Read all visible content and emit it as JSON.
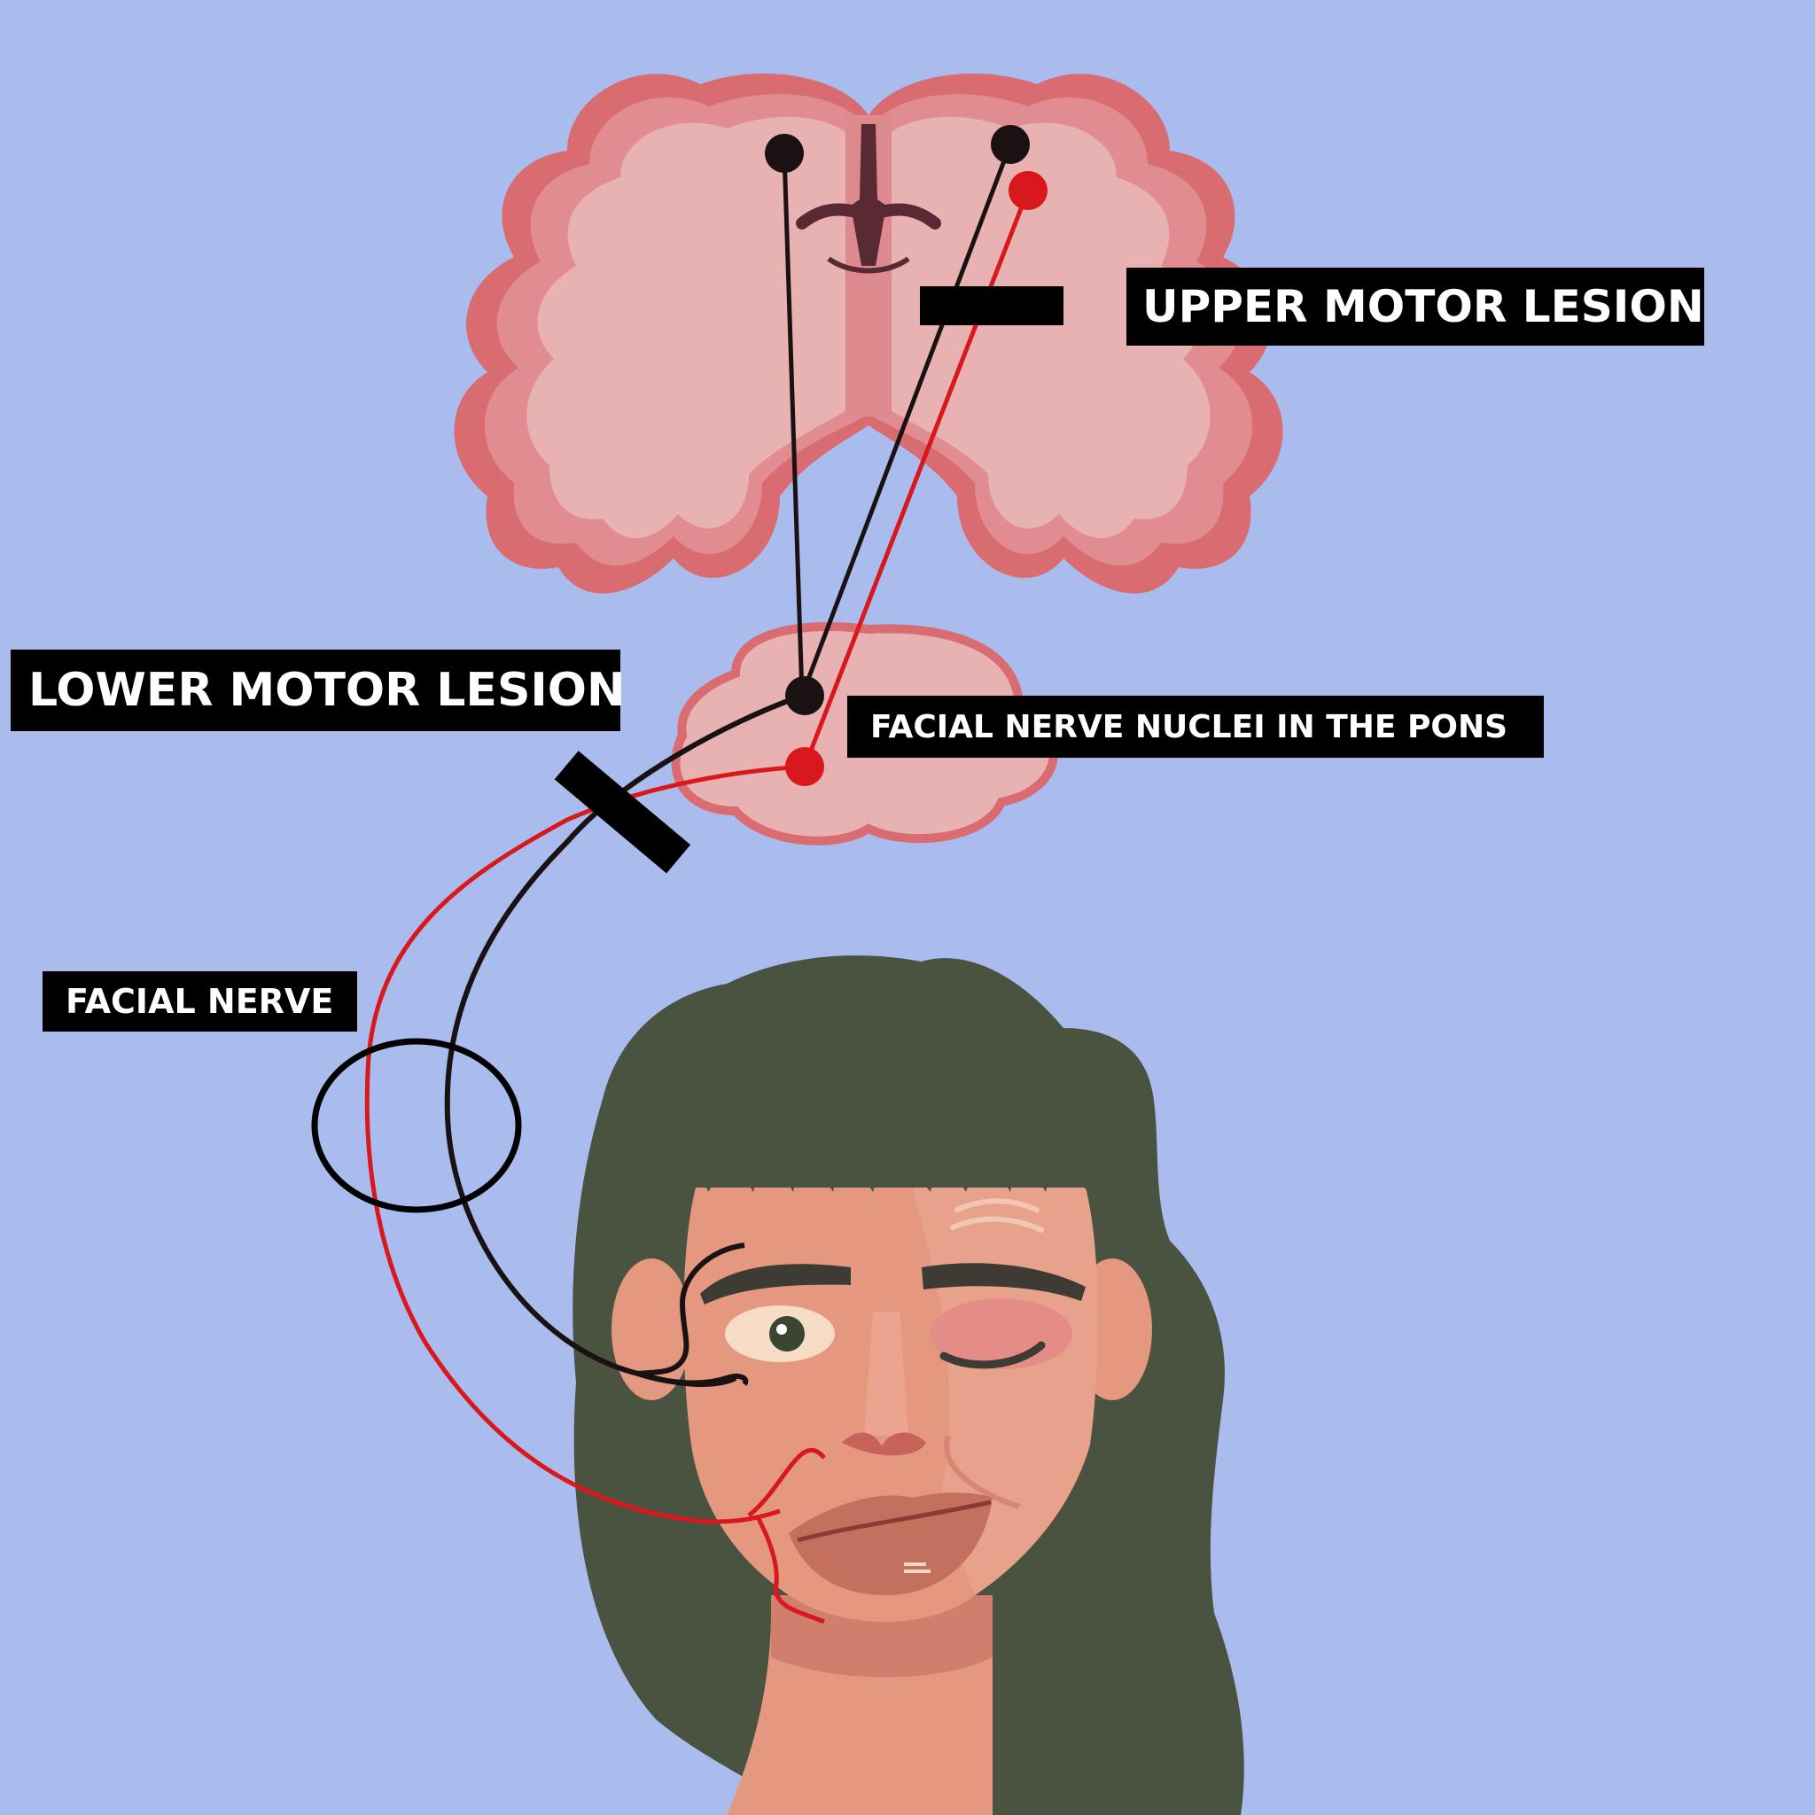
{
  "labels": {
    "upper_motor_lesion": "UPPER MOTOR LESION",
    "lower_motor_lesion": "LOWER MOTOR LESION",
    "facial_nerve_nuclei": "FACIAL NERVE NUCLEI IN THE PONS",
    "facial_nerve": "FACIAL NERVE"
  },
  "colors": {
    "background": "#aabcee",
    "brain_outer": "#d86c70",
    "brain_mid": "#e08c90",
    "brain_inner": "#e8b2b2",
    "pathway_black": "#1a1113",
    "pathway_red": "#d8181c",
    "hair": "#4a5240",
    "skin": "#e49880",
    "label_bg": "#000000",
    "label_text": "#ffffff"
  }
}
